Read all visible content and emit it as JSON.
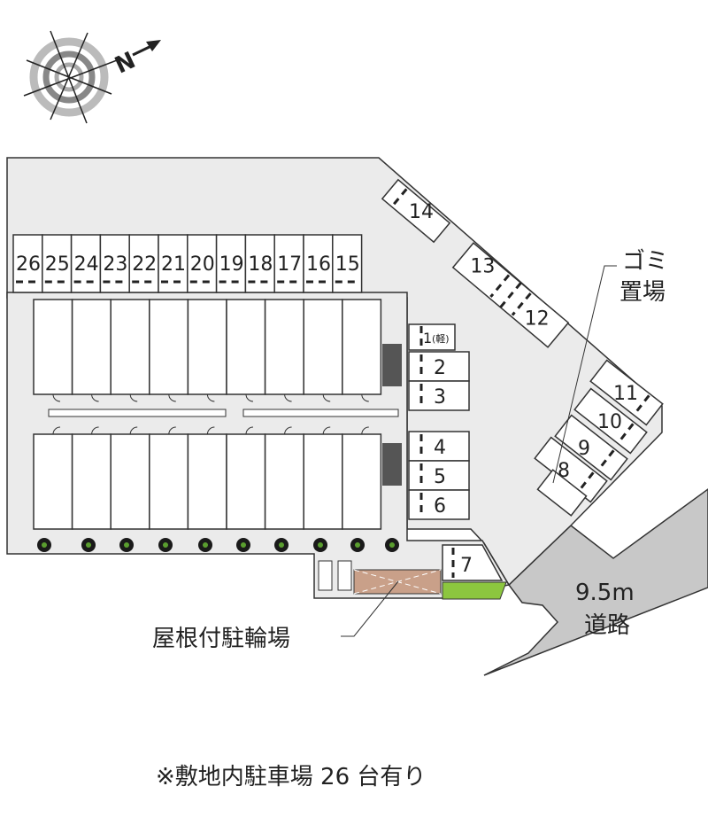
{
  "compass": {
    "north_label": "N"
  },
  "parking": {
    "top_row": [
      "26",
      "25",
      "24",
      "23",
      "22",
      "21",
      "20",
      "19",
      "18",
      "17",
      "16",
      "15"
    ],
    "spot_1": "1",
    "spot_1_note": "(軽)",
    "column": [
      "2",
      "3",
      "4",
      "5",
      "6"
    ],
    "spot_7": "7",
    "diagonal_upper": [
      "14",
      "13",
      "12"
    ],
    "diagonal_right": [
      "11",
      "10",
      "9",
      "8"
    ]
  },
  "labels": {
    "garbage_line1": "ゴミ",
    "garbage_line2": "置場",
    "road_width": "9.5m",
    "road": "道路",
    "bicycle_parking": "屋根付駐輪場",
    "footnote": "※敷地内駐車場 26 台有り"
  },
  "colors": {
    "site": "#ebebeb",
    "road": "#c8c8c8",
    "green": "#8cc63f",
    "bike": "#c9a089"
  }
}
